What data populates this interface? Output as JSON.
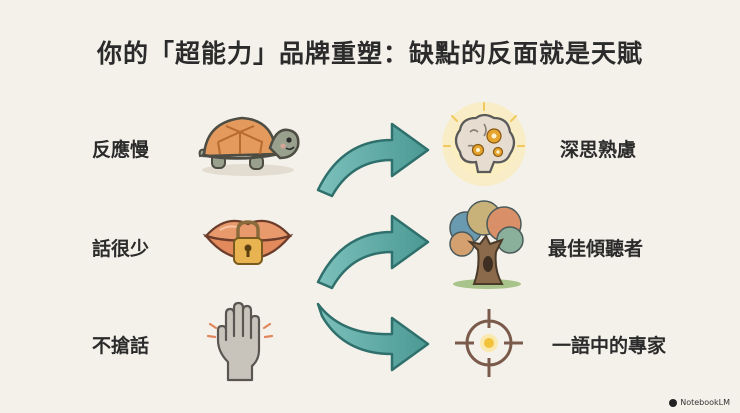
{
  "title": "你的「超能力」品牌重塑：缺點的反面就是天賦",
  "rows": [
    {
      "weakness": "反應慢",
      "weakness_icon": "turtle-icon",
      "strength": "深思熟慮",
      "strength_icon": "brain-gears-icon"
    },
    {
      "weakness": "話很少",
      "weakness_icon": "locked-lips-icon",
      "strength": "最佳傾聽者",
      "strength_icon": "tree-icon"
    },
    {
      "weakness": "不搶話",
      "weakness_icon": "raised-hand-icon",
      "strength": "一語中的專家",
      "strength_icon": "target-icon"
    }
  ],
  "colors": {
    "background": "#f4f1ea",
    "arrow": "#5aa5a1",
    "arrow_dark": "#2f6f6c"
  },
  "brand": {
    "label": "NotebookLM"
  }
}
